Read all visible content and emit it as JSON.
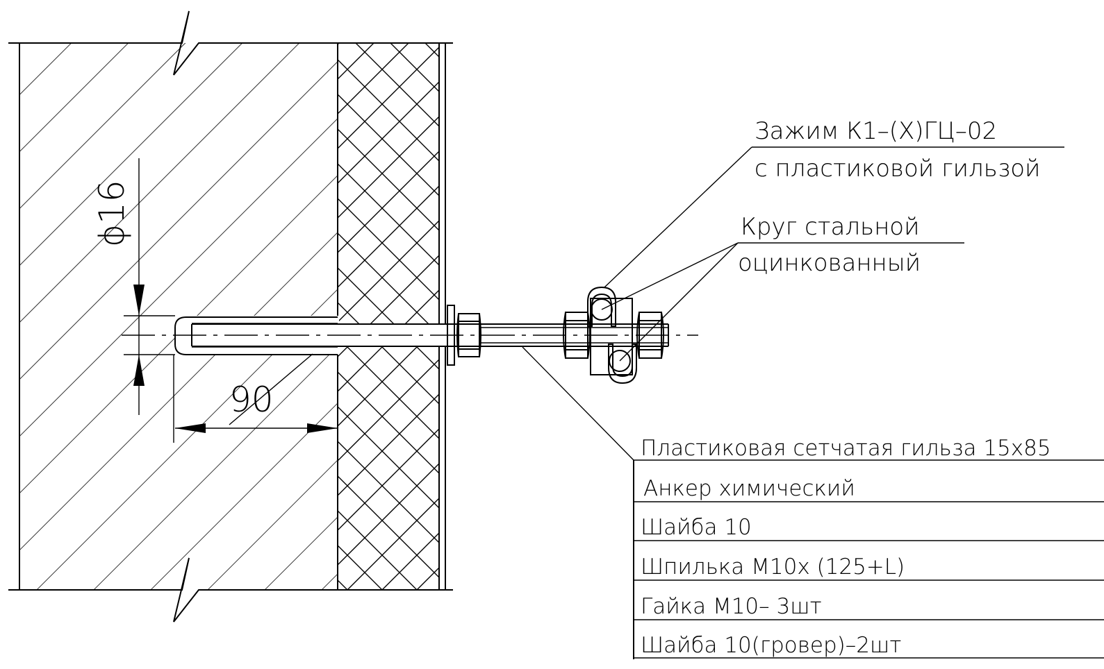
{
  "labels": {
    "clamp_line1": "Зажим К1–(Х)ГЦ–02",
    "clamp_line2": "с пластиковой гильзой",
    "rod_line1": "Круг стальной",
    "rod_line2": "оцинкованный"
  },
  "dimensions": {
    "diameter": "ϕ16",
    "depth": "90"
  },
  "spec_list": [
    "Пластиковая сетчатая гильза 15х85",
    "Анкер химический",
    "Шайба 10",
    "Шпилька М10х (125+L)",
    "Гайка М10– 3шт",
    "Шайба 10(гровер)–2шт"
  ],
  "colors": {
    "ink": "#000000",
    "paper": "#ffffff"
  }
}
